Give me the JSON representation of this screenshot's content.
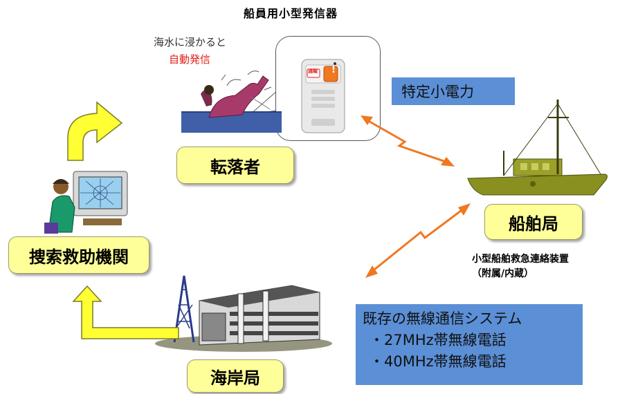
{
  "title": "船員用小型発信器",
  "note": {
    "line1": "海水に浸かると",
    "line2": "自動発信"
  },
  "person": {
    "label": "転落者"
  },
  "device_screen": {
    "line1": "通報",
    "line2": "!"
  },
  "specified_power": "特定小電力",
  "ship": {
    "label": "船舶局"
  },
  "ship_device": {
    "line1": "小型船舶救急連絡装置",
    "line2": "（附属/内蔵）"
  },
  "rescue": {
    "label": "捜索救助機関"
  },
  "coast": {
    "label": "海岸局"
  },
  "existing_system": {
    "title": "既存の無線通信システム",
    "items": [
      "・27MHz帯無線電話",
      "・40MHz帯無線電話"
    ]
  },
  "colors": {
    "label_box": "#ffff99",
    "info_box": "#5b8fd6",
    "arrow_cycle": "#ffff33",
    "radio_bolt": "#f07820",
    "emphasis_red": "#e0201a"
  }
}
